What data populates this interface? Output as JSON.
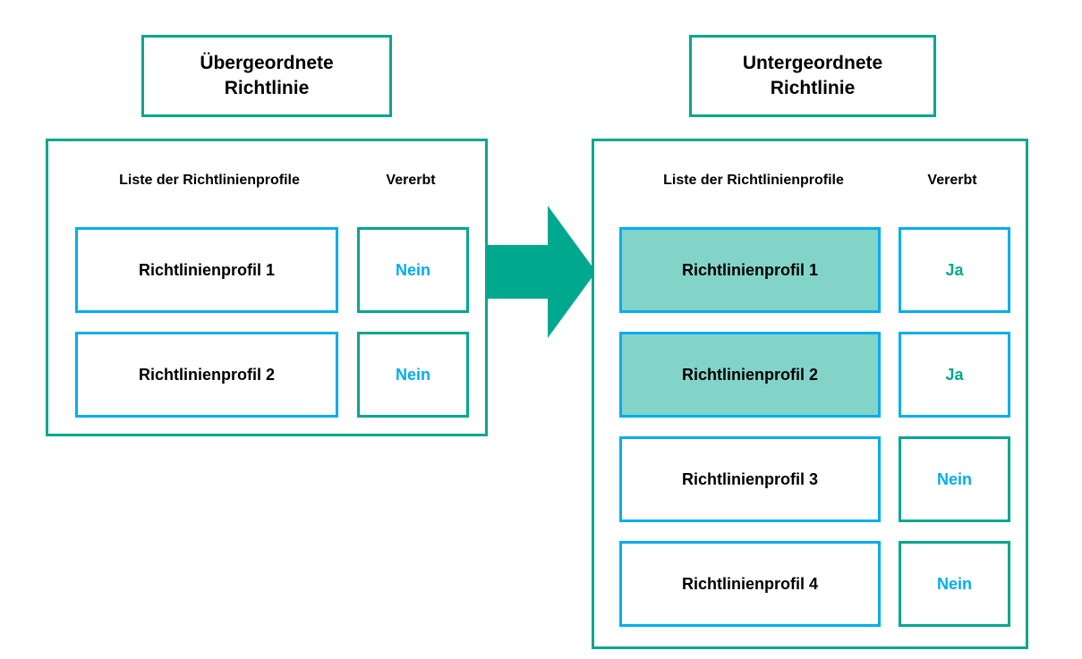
{
  "diagram": {
    "title_left": "Übergeordnete\nRichtlinie",
    "title_right": "Untergeordnete\nRichtlinie",
    "arrow_label": "inheritance-arrow"
  },
  "colors": {
    "teal": "#00A88E",
    "cyan": "#00AEEF",
    "highlight_fill": "#82D4C9",
    "text": "#000000",
    "background": "#FFFFFF"
  },
  "columns": {
    "profiles": "Liste der Richtlinienprofile",
    "inherited": "Vererbt"
  },
  "parent_panel": {
    "rows": [
      {
        "profile": "Richtlinienprofil 1",
        "inherited": "Nein",
        "highlighted": false
      },
      {
        "profile": "Richtlinienprofil 2",
        "inherited": "Nein",
        "highlighted": false
      }
    ]
  },
  "child_panel": {
    "rows": [
      {
        "profile": "Richtlinienprofil 1",
        "inherited": "Ja",
        "highlighted": true
      },
      {
        "profile": "Richtlinienprofil 2",
        "inherited": "Ja",
        "highlighted": true
      },
      {
        "profile": "Richtlinienprofil 3",
        "inherited": "Nein",
        "highlighted": false
      },
      {
        "profile": "Richtlinienprofil 4",
        "inherited": "Nein",
        "highlighted": false
      }
    ]
  }
}
